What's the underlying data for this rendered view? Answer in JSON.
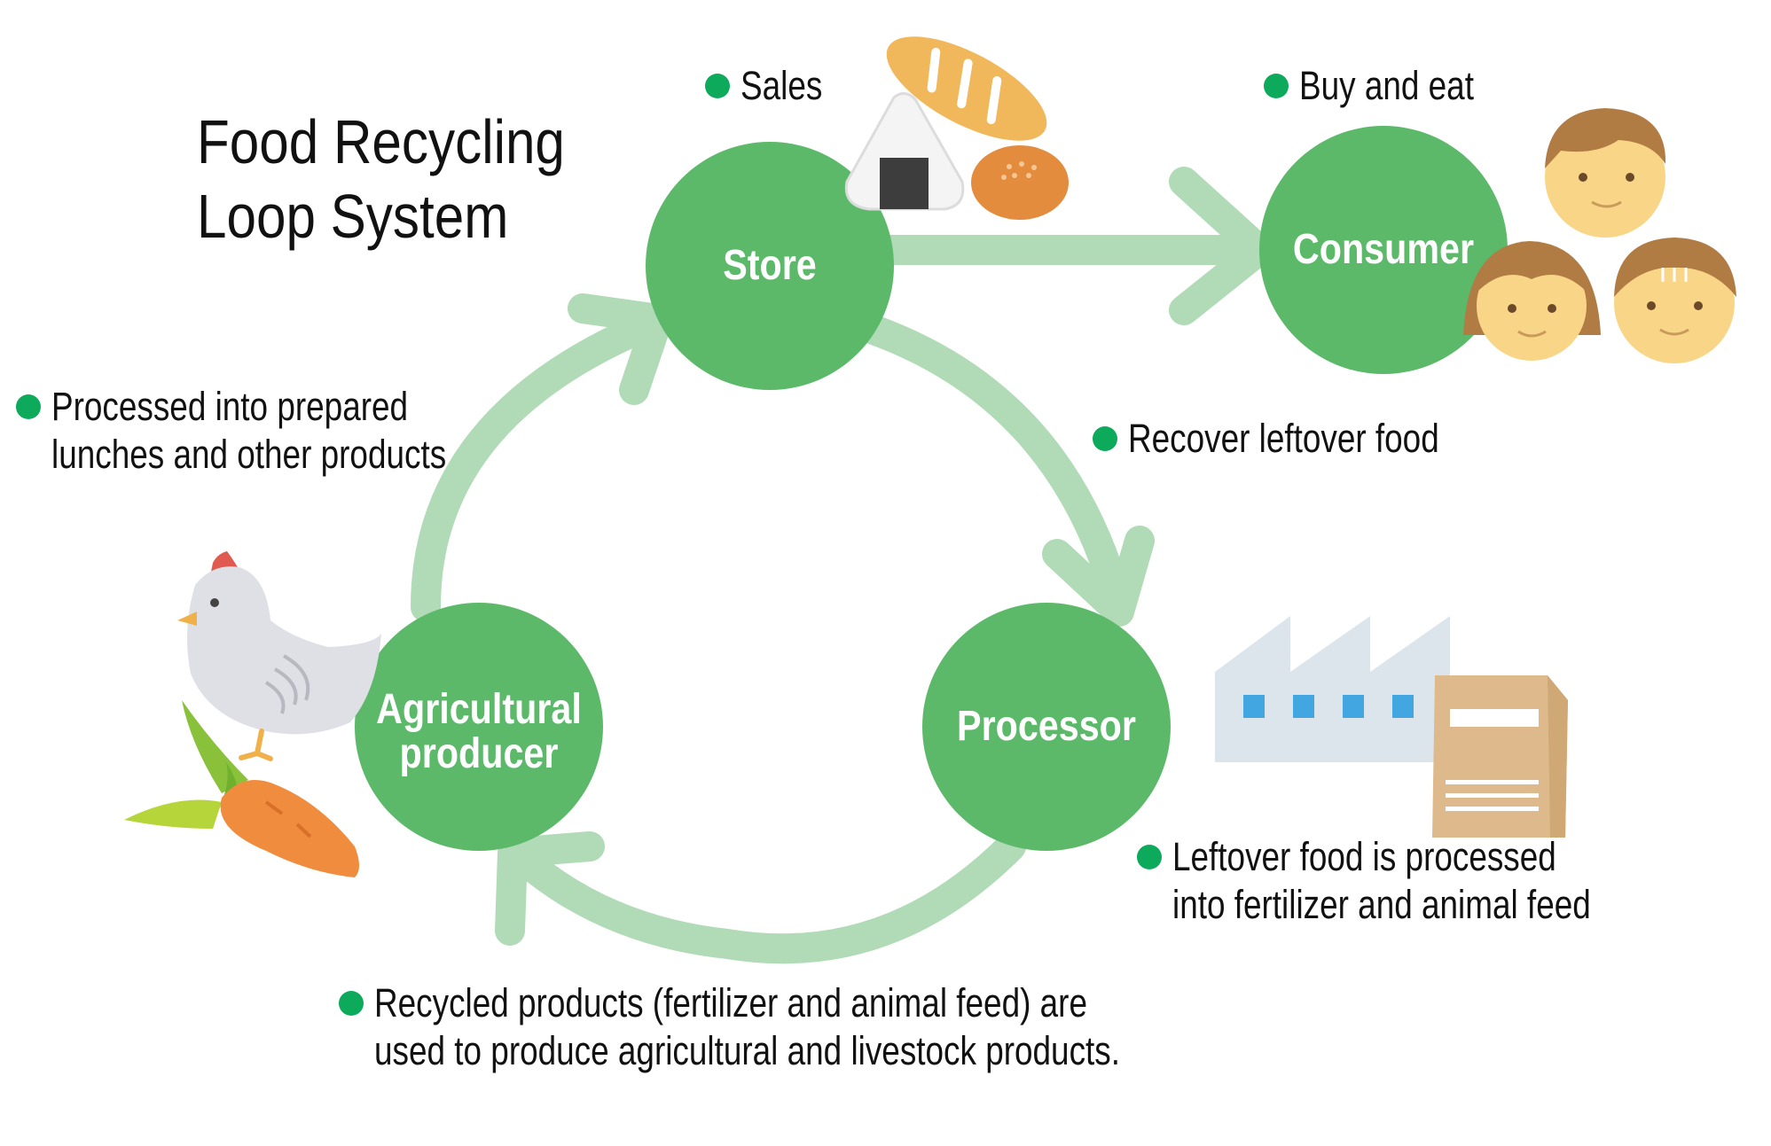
{
  "title": {
    "line1": "Food Recycling",
    "line2": "Loop System"
  },
  "nodes": {
    "store": "Store",
    "consumer": "Consumer",
    "processor": "Processor",
    "producer_line1": "Agricultural",
    "producer_line2": "producer"
  },
  "notes": {
    "sales": "Sales",
    "buy_eat": "Buy and eat",
    "recover": "Recover leftover food",
    "processed_line1": "Processed into prepared",
    "processed_line2": "lunches and other products",
    "leftover_line1": "Leftover food is processed",
    "leftover_line2": "into fertilizer and animal feed",
    "recycled_line1": "Recycled products (fertilizer and animal feed) are",
    "recycled_line2": "used to produce agricultural and livestock products."
  },
  "colors": {
    "node_green": "#5cb96a",
    "arrow_green": "#b1dbb6",
    "bullet_green": "#0eaa5c"
  },
  "icons": [
    "rice-ball-icon",
    "bread-icon",
    "bun-icon",
    "faces-icon",
    "factory-icon",
    "paper-bag-icon",
    "chicken-icon",
    "carrot-icon"
  ]
}
